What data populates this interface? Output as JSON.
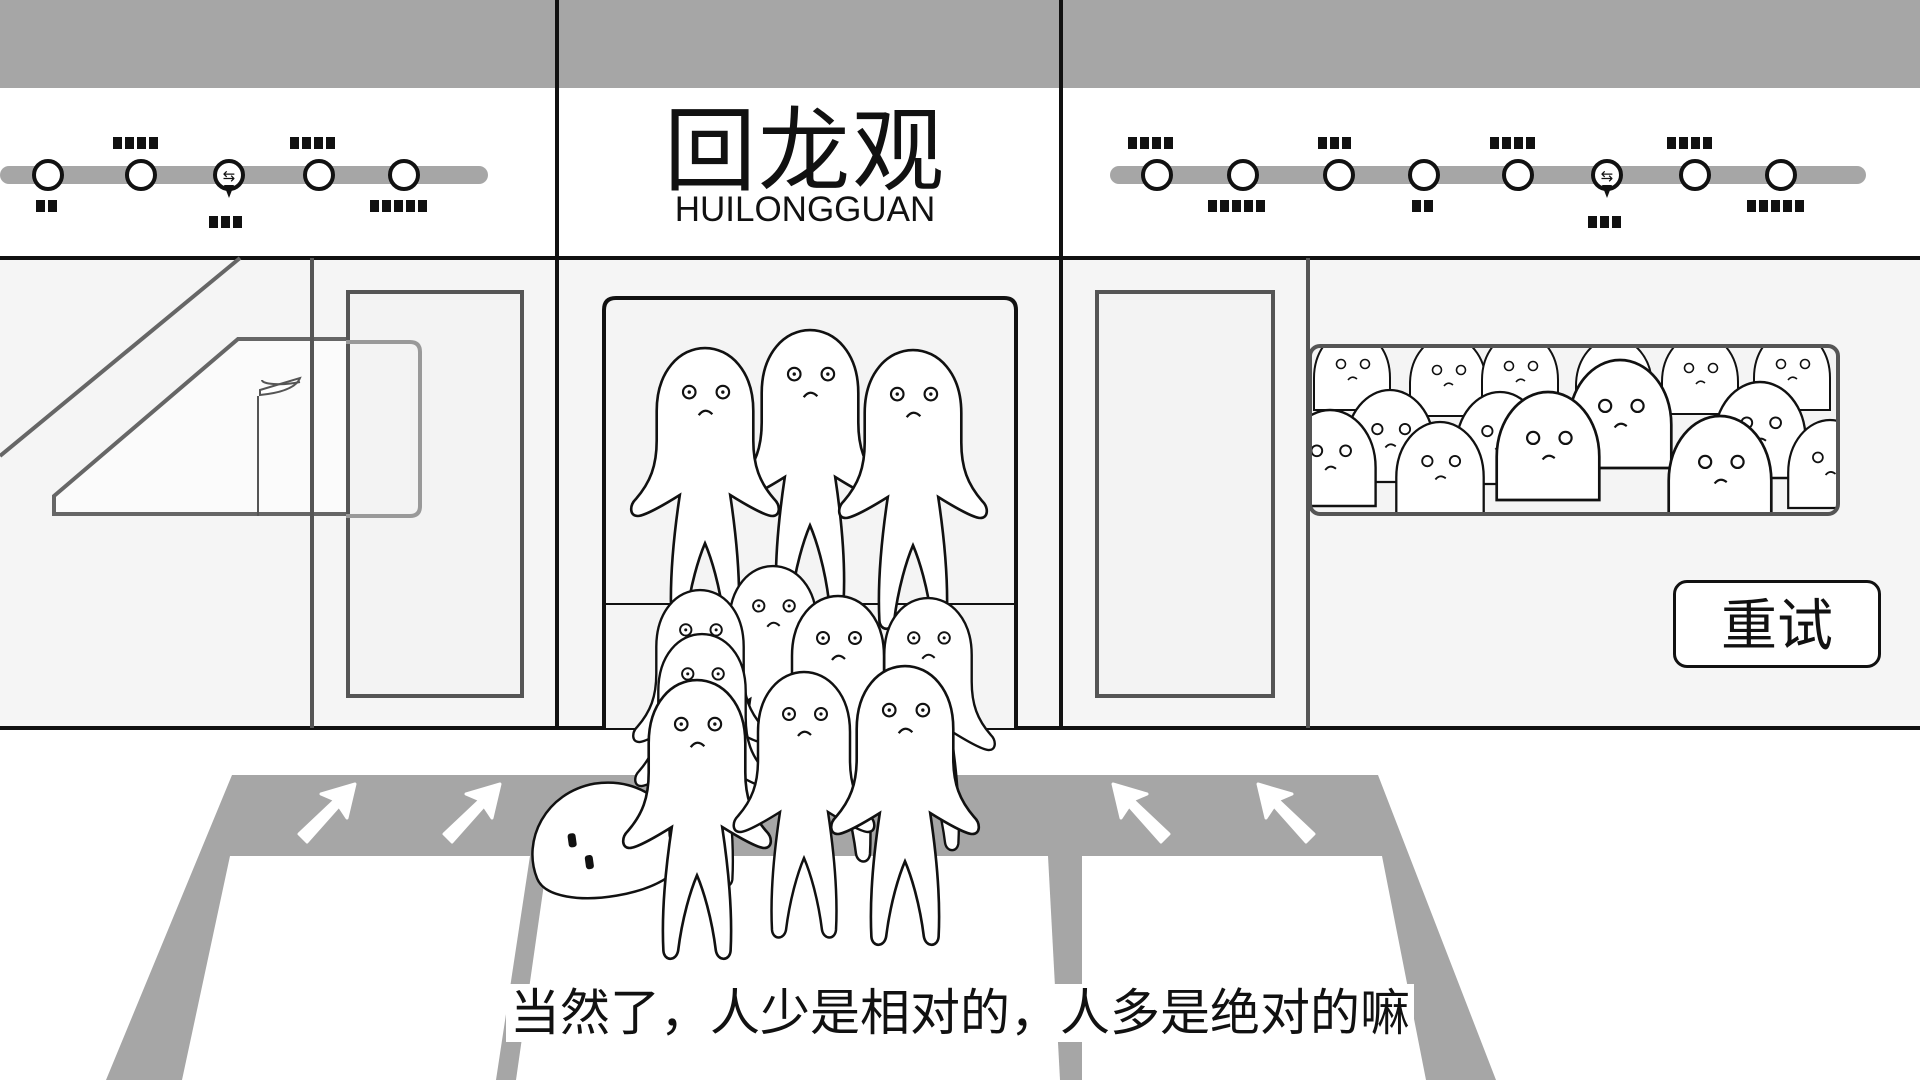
{
  "station": {
    "name_cn": "回龙观",
    "name_en": "HUILONGGUAN"
  },
  "retry_button": {
    "label": "重试"
  },
  "dialogue": {
    "text": "当然了，人少是相对的，人多是绝对的嘛"
  },
  "icons": {
    "transfer": "transfer-icon",
    "direction": "arrow-icon",
    "character": "blob-character"
  },
  "colors": {
    "band": "#a6a6a6",
    "line": "#111111",
    "panel": "#f4f4f4",
    "floor_marking": "#a6a6a6"
  }
}
